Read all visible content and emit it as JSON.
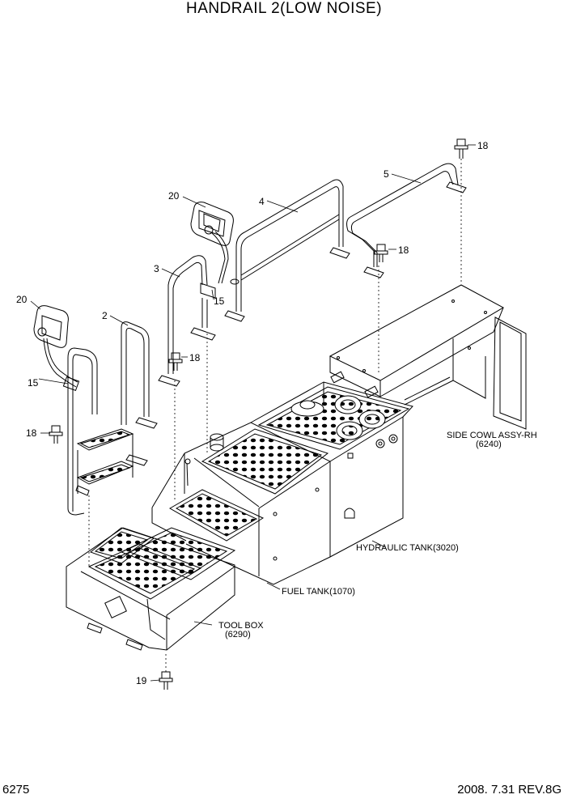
{
  "title": "HANDRAIL 2(LOW NOISE)",
  "page_number": "6275",
  "revision": "2008. 7.31  REV.8G",
  "callouts": {
    "c2": "2",
    "c3": "3",
    "c4": "4",
    "c5": "5",
    "c15a": "15",
    "c15b": "15",
    "c18a": "18",
    "c18b": "18",
    "c18c": "18",
    "c18d": "18",
    "c19": "19",
    "c20a": "20",
    "c20b": "20"
  },
  "references": {
    "side_cowl_name": "SIDE COWL ASSY-RH",
    "side_cowl_code": "(6240)",
    "hydraulic_tank": "HYDRAULIC TANK(3020)",
    "fuel_tank": "FUEL TANK(1070)",
    "tool_box_name": "TOOL BOX",
    "tool_box_code": "(6290)"
  }
}
